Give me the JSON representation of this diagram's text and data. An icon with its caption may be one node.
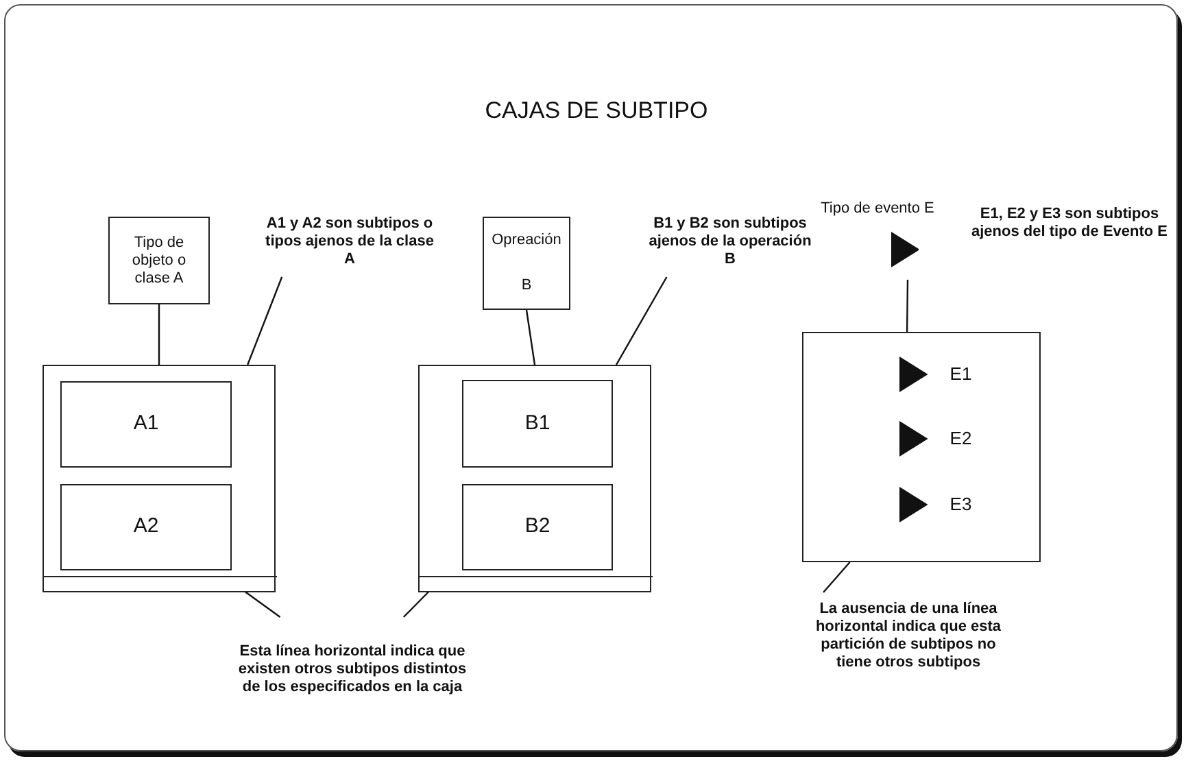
{
  "diagram": {
    "title": "CAJAS DE SUBTIPO",
    "nodes": [
      {
        "text": [
          "Tipo de objeto o clase A"
        ]
      },
      {
        "text": [],
        "shape": "box"
      },
      {
        "text": [
          "A1"
        ],
        "in": 1
      },
      {
        "text": [
          "A2"
        ],
        "in": 1
      },
      {
        "text": [],
        "shape": "bar",
        "in": 1
      },
      {
        "text": [
          "Opreación",
          "B"
        ]
      },
      {
        "text": [],
        "shape": "box"
      },
      {
        "text": [
          "B1"
        ],
        "in": 6
      },
      {
        "text": [
          "B2"
        ],
        "in": 6
      },
      {
        "text": [],
        "shape": "bar",
        "in": 6
      },
      {
        "text": [
          "Tipo de evento E"
        ]
      },
      {
        "text": [],
        "shape": "box"
      },
      {
        "text": [
          "E1"
        ],
        "in": 11
      },
      {
        "text": [
          "E2"
        ],
        "in": 11
      },
      {
        "text": [
          "E3"
        ],
        "in": 11
      },
      {
        "text": [
          "A1 y A2 son subtipos o tipos ajenos de la clase A"
        ]
      },
      {
        "text": [
          "B1 y B2 son subtipos ajenos de la operación B"
        ]
      },
      {
        "text": [
          "Esta línea horizontal indica que existen otros subtipos distintos de los especificados en la caja"
        ]
      },
      {
        "text": [
          "La ausencia de una línea horizontal indica que esta partición de subtipos no tiene otros subtipos"
        ]
      }
    ],
    "edges": [
      {
        "from": 0,
        "to": 1,
        "arrow": "none"
      },
      {
        "from": 5,
        "to": 6,
        "arrow": "none"
      },
      {
        "from": 10,
        "to": 11,
        "arrow": "none"
      },
      {
        "from": 15,
        "to": 1,
        "arrow": "none"
      },
      {
        "from": 16,
        "to": 6,
        "arrow": "none"
      },
      {
        "from": 17,
        "to": 4,
        "arrow": "none"
      },
      {
        "from": 17,
        "to": 9,
        "arrow": "none"
      },
      {
        "from": 18,
        "to": 11,
        "arrow": "none"
      }
    ],
    "labels": [
      "E1, E2 y E3 son subtipos ajenos del tipo de Evento E"
    ]
  }
}
